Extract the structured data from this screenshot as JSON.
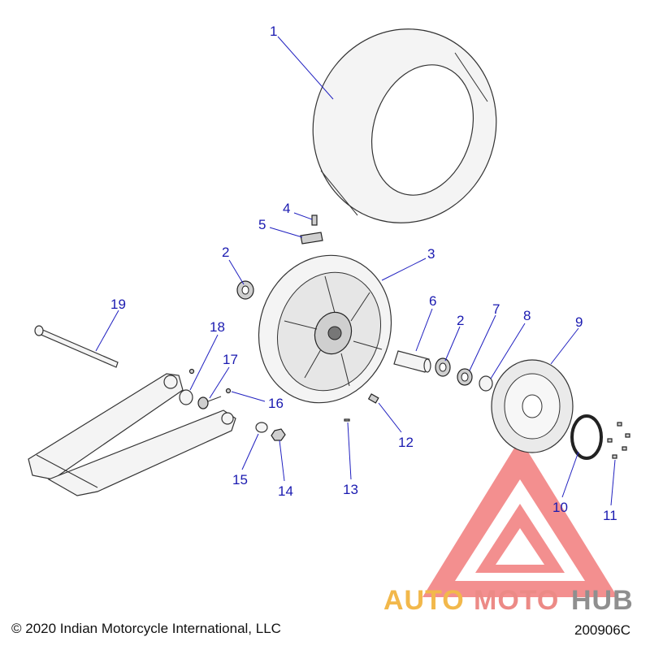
{
  "callouts": {
    "c1": "1",
    "c2a": "2",
    "c2b": "2",
    "c3": "3",
    "c4": "4",
    "c5": "5",
    "c6": "6",
    "c7": "7",
    "c8": "8",
    "c9": "9",
    "c10": "10",
    "c11": "11",
    "c12": "12",
    "c13": "13",
    "c14": "14",
    "c15": "15",
    "c16": "16",
    "c17": "17",
    "c18": "18",
    "c19": "19"
  },
  "watermark": {
    "auto": "AUTO",
    "moto": "MOTO",
    "hub": "HUB",
    "colors": {
      "auto": "#f2b84b",
      "moto": "#ec8a86",
      "hub": "#8f8f8f",
      "logo": "#ef5a5a"
    }
  },
  "footer": {
    "copyright": "© 2020 Indian Motorcycle International, LLC",
    "code": "200906C"
  },
  "colors": {
    "callout": "#1a1ab0",
    "leader": "#2020c0"
  }
}
